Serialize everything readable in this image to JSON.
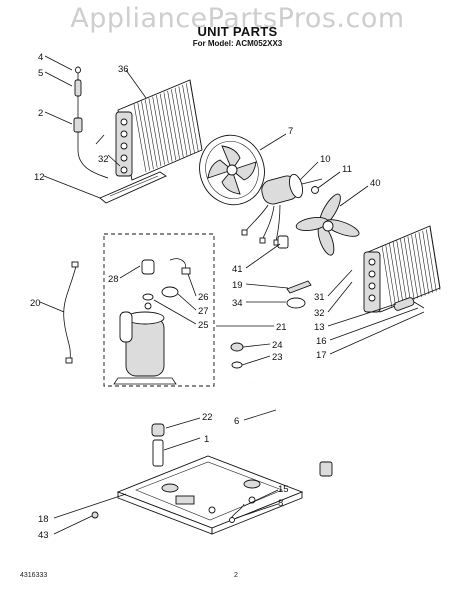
{
  "watermark": "AppliancePartsPros.com",
  "title": "UNIT PARTS",
  "subtitle": "For Model: ACM052XX3",
  "doc_number": "4316333",
  "page_number": "2",
  "callouts": [
    {
      "id": "c4",
      "text": "4"
    },
    {
      "id": "c5",
      "text": "5"
    },
    {
      "id": "c2",
      "text": "2"
    },
    {
      "id": "c36",
      "text": "36"
    },
    {
      "id": "c7",
      "text": "7"
    },
    {
      "id": "c32a",
      "text": "32"
    },
    {
      "id": "c12",
      "text": "12"
    },
    {
      "id": "c10",
      "text": "10"
    },
    {
      "id": "c11",
      "text": "11"
    },
    {
      "id": "c40",
      "text": "40"
    },
    {
      "id": "c28",
      "text": "28"
    },
    {
      "id": "c26",
      "text": "26"
    },
    {
      "id": "c27",
      "text": "27"
    },
    {
      "id": "c25",
      "text": "25"
    },
    {
      "id": "c21",
      "text": "21"
    },
    {
      "id": "c20",
      "text": "20"
    },
    {
      "id": "c41",
      "text": "41"
    },
    {
      "id": "c19",
      "text": "19"
    },
    {
      "id": "c34",
      "text": "34"
    },
    {
      "id": "c31",
      "text": "31"
    },
    {
      "id": "c32b",
      "text": "32"
    },
    {
      "id": "c13",
      "text": "13"
    },
    {
      "id": "c16",
      "text": "16"
    },
    {
      "id": "c17",
      "text": "17"
    },
    {
      "id": "c24",
      "text": "24"
    },
    {
      "id": "c23",
      "text": "23"
    },
    {
      "id": "c22",
      "text": "22"
    },
    {
      "id": "c6",
      "text": "6"
    },
    {
      "id": "c1",
      "text": "1"
    },
    {
      "id": "c15",
      "text": "15"
    },
    {
      "id": "c8",
      "text": "8"
    },
    {
      "id": "c18",
      "text": "18"
    },
    {
      "id": "c43",
      "text": "43"
    }
  ]
}
